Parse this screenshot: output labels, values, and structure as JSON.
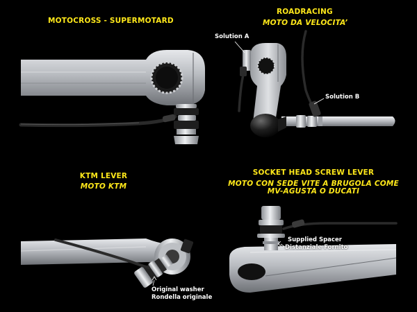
{
  "panels": {
    "motocross": {
      "title": "MOTOCROSS - SUPERMOTARD"
    },
    "roadracing": {
      "title": "ROADRACING",
      "subtitle": "MOTO DA VELOCITA’",
      "solution_a": "Solution A",
      "solution_b": "Solution B"
    },
    "ktm": {
      "title": "KTM LEVER",
      "subtitle": "MOTO KTM",
      "washer_en": "Original washer",
      "washer_it": "Rondella originale"
    },
    "socket": {
      "title": "SOCKET HEAD SCREW LEVER",
      "subtitle_1": "MOTO CON SEDE VITE A BRUGOLA COME",
      "subtitle_2": "MV-AGUSTA O DUCATI",
      "spacer_en": "Supplied Spacer",
      "spacer_it": "Distanziale Fornito"
    }
  },
  "colors": {
    "background": "#000000",
    "heading": "#ffe81a",
    "label": "#ffffff",
    "metal": "#b9bcc1",
    "cable": "#2a2a2a"
  }
}
